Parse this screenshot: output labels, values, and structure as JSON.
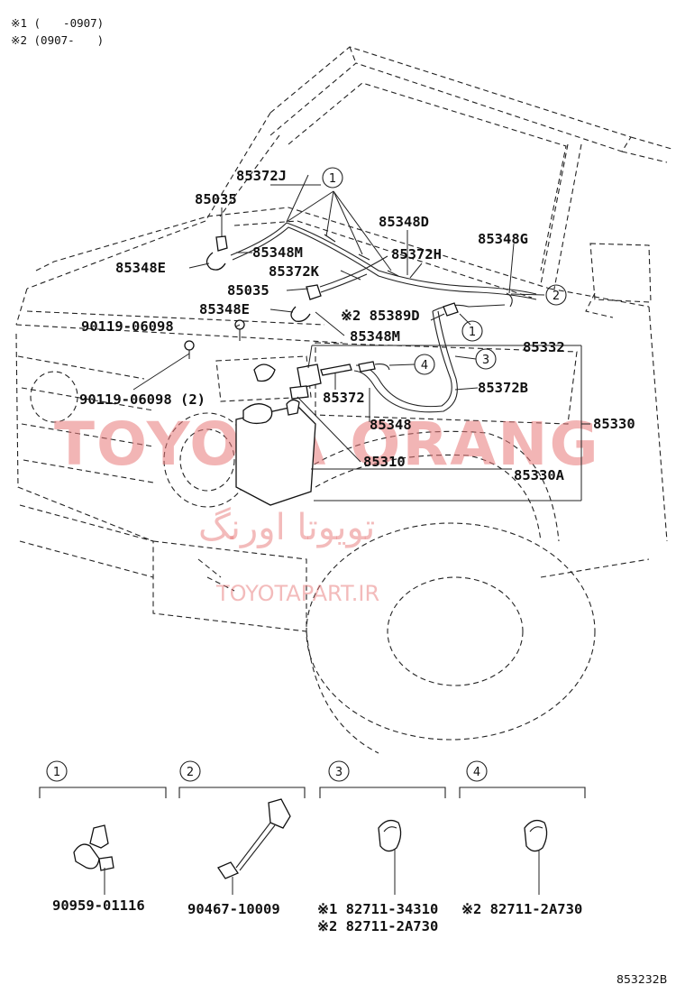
{
  "notes": [
    "※1 (　　-0907)",
    "※2 (0907-　　)"
  ],
  "callouts": [
    {
      "id": "c1a",
      "text": "1"
    },
    {
      "id": "c2",
      "text": "2"
    },
    {
      "id": "c1b",
      "text": "1"
    },
    {
      "id": "c3",
      "text": "3"
    },
    {
      "id": "c4",
      "text": "4"
    }
  ],
  "labels": {
    "p85372J": "85372J",
    "p85035a": "85035",
    "p85348D": "85348D",
    "p85348G": "85348G",
    "p85348M_a": "85348M",
    "p85372H": "85372H",
    "p85348E_a": "85348E",
    "p85372K": "85372K",
    "p85035b": "85035",
    "p85348E_b": "85348E",
    "p85389D": "※2 85389D",
    "p90119a": "90119-06098",
    "p85348M_b": "85348M",
    "p85332": "85332",
    "p90119b": "90119-06098 (2)",
    "p85372": "85372",
    "p85372B": "85372B",
    "p85330": "85330",
    "p85348": "85348",
    "p85310": "85310",
    "p85330A": "85330A"
  },
  "legend": [
    {
      "num": "1",
      "parts": [
        "90959-01116"
      ]
    },
    {
      "num": "2",
      "parts": [
        "90467-10009"
      ]
    },
    {
      "num": "3",
      "parts": [
        "※1 82711-34310",
        "※2 82711-2A730"
      ]
    },
    {
      "num": "4",
      "parts": [
        "※2 82711-2A730"
      ]
    }
  ],
  "watermarks": {
    "main": "TOYOTA ORANG",
    "farsi": "تویوتا اورنگ",
    "site": "TOYOTAPART.IR"
  },
  "figure_ref": "853232B"
}
